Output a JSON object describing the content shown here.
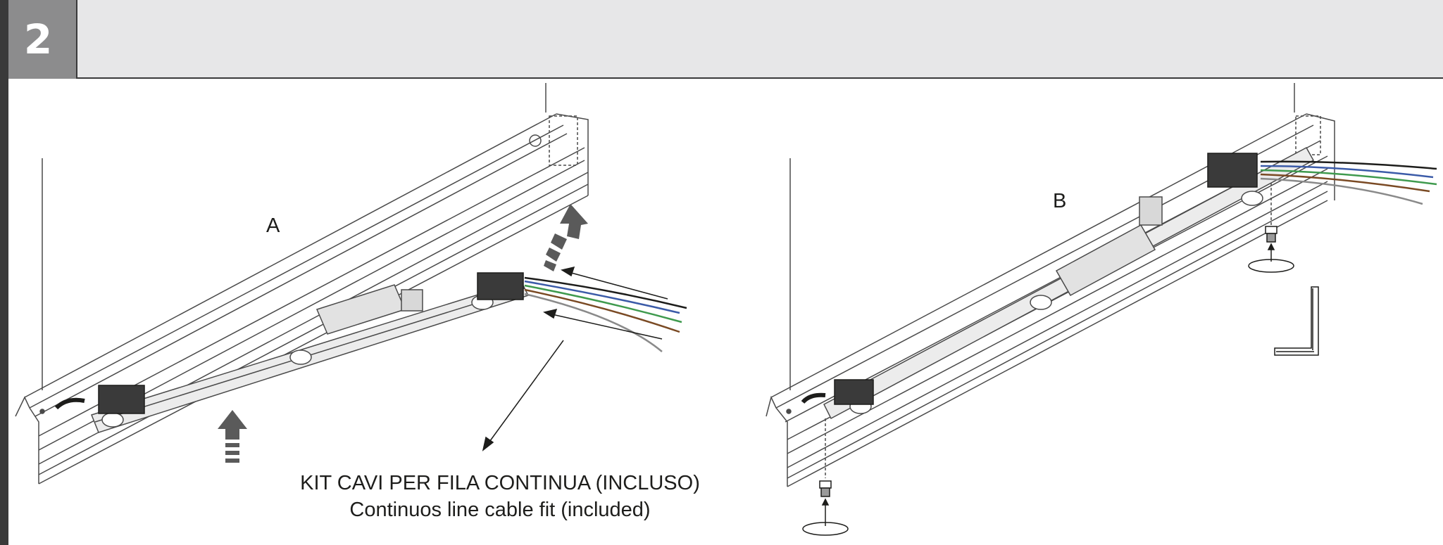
{
  "step": {
    "number": "2"
  },
  "views": {
    "a": {
      "label": "A"
    },
    "b": {
      "label": "B"
    }
  },
  "caption": {
    "line_it": "KIT CAVI PER FILA CONTINUA (INCLUSO)",
    "line_en": "Continuos line cable fit (included)"
  },
  "colors": {
    "header_bg": "#e7e7e8",
    "step_box_bg": "#8c8c8d",
    "border": "#3a3a3a",
    "line_art": "#4a4a4a",
    "wire_blue": "#3b5ba8",
    "wire_green": "#3f9a4e",
    "wire_brown": "#7a4a24",
    "wire_black": "#1d1d1b",
    "wire_grey": "#8a8a8a"
  },
  "icons": [
    "up-arrow-icon",
    "rotate-arrow-icon",
    "screw-icon",
    "rotation-circle-icon",
    "allen-key-icon"
  ]
}
